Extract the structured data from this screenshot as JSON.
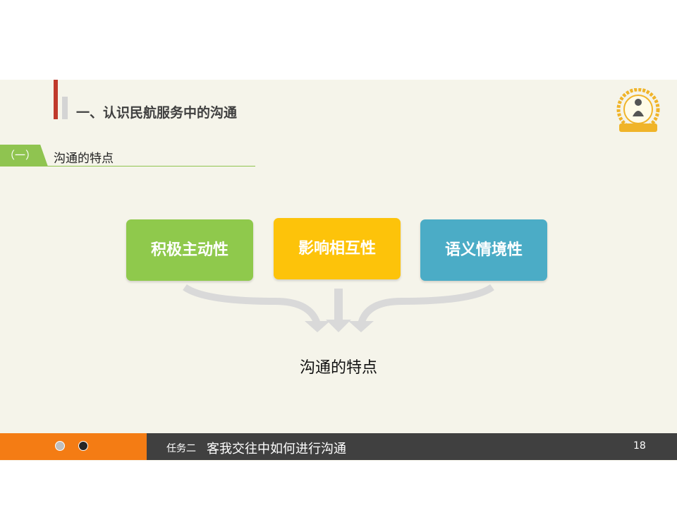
{
  "header": {
    "title": "一、认识民航服务中的沟通"
  },
  "section": {
    "number": "（一）",
    "label": "沟通的特点"
  },
  "features": [
    {
      "label": "积极主动性",
      "color": "#8fc94c"
    },
    {
      "label": "影响相互性",
      "color": "#fdc30a"
    },
    {
      "label": "语义情境性",
      "color": "#4bacc6"
    }
  ],
  "result": "沟通的特点",
  "footer": {
    "prefix": "任务二",
    "title": "客我交往中如何进行沟通",
    "page": "18"
  },
  "colors": {
    "slide_bg": "#f5f4ea",
    "accent_red": "#c0392b",
    "accent_green": "#8fc450",
    "footer_orange": "#f47c14",
    "footer_dark": "#404040"
  }
}
